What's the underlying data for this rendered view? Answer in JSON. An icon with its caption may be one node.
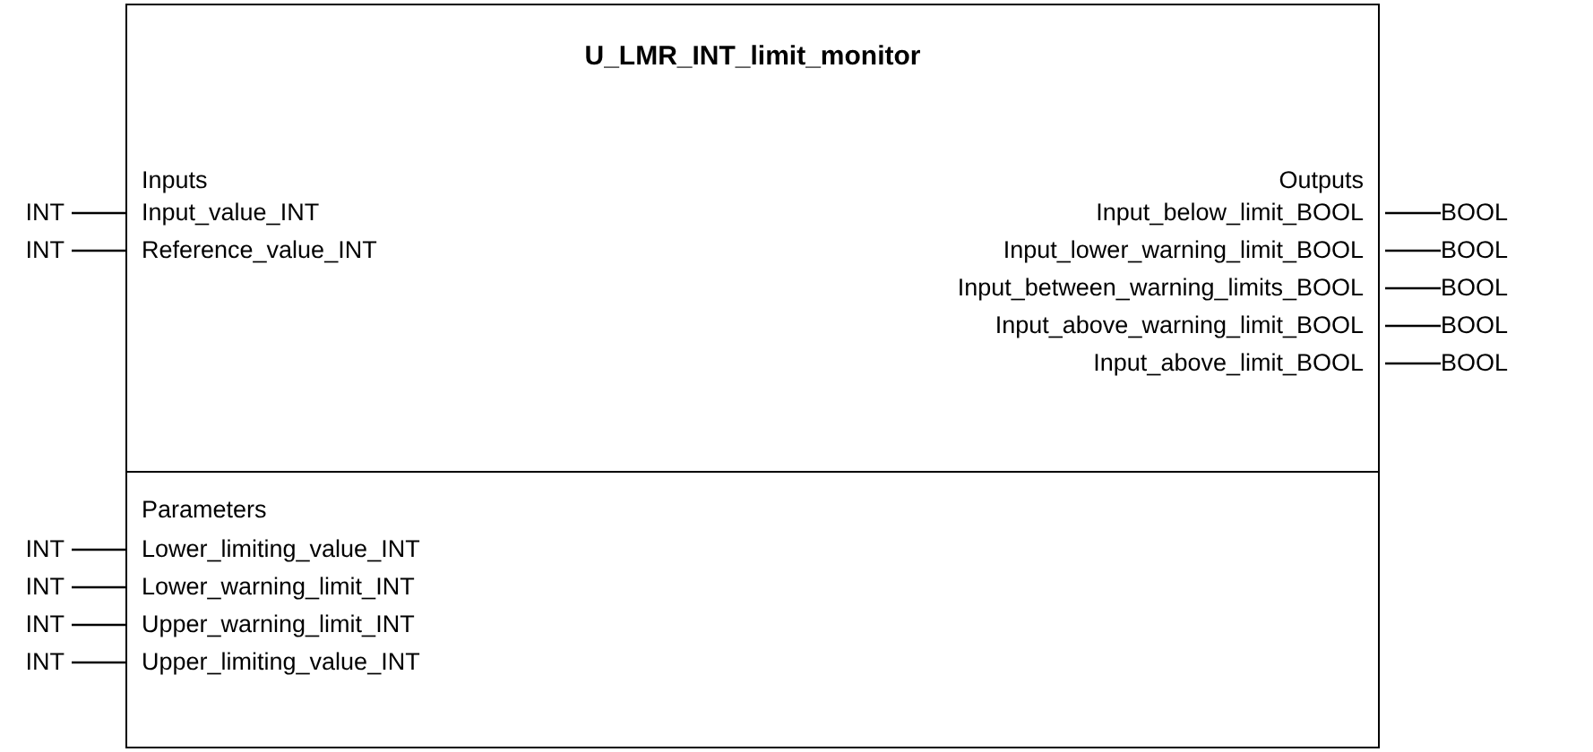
{
  "diagram": {
    "nodes": [
      {
        "text": [
          "U_LMR_INT_limit_monitor",
          "Inputs",
          "Outputs"
        ]
      },
      {
        "text": [
          "Parameters"
        ]
      },
      {
        "text": [
          "Input_value_INT"
        ],
        "in": 0
      },
      {
        "text": [
          "Reference_value_INT"
        ],
        "in": 0
      },
      {
        "text": [
          "Input_below_limit_BOOL"
        ],
        "in": 0
      },
      {
        "text": [
          "Input_lower_warning_limit_BOOL"
        ],
        "in": 0
      },
      {
        "text": [
          "Input_between_warning_limits_BOOL"
        ],
        "in": 0
      },
      {
        "text": [
          "Input_above_warning_limit_BOOL"
        ],
        "in": 0
      },
      {
        "text": [
          "Input_above_limit_BOOL"
        ],
        "in": 0
      },
      {
        "text": [
          "Lower_limiting_value_INT"
        ],
        "in": 1
      },
      {
        "text": [
          "Lower_warning_limit_INT"
        ],
        "in": 1
      },
      {
        "text": [
          "Upper_warning_limit_INT"
        ],
        "in": 1
      },
      {
        "text": [
          "Upper_limiting_value_INT"
        ],
        "in": 1
      },
      {
        "text": [
          "INT"
        ]
      },
      {
        "text": [
          "INT"
        ]
      },
      {
        "text": [
          "BOOL"
        ]
      },
      {
        "text": [
          "BOOL"
        ]
      },
      {
        "text": [
          "BOOL"
        ]
      },
      {
        "text": [
          "BOOL"
        ]
      },
      {
        "text": [
          "BOOL"
        ]
      },
      {
        "text": [
          "INT"
        ]
      },
      {
        "text": [
          "INT"
        ]
      },
      {
        "text": [
          "INT"
        ]
      },
      {
        "text": [
          "INT"
        ]
      }
    ],
    "edges": [
      {
        "from": 13,
        "to": 2,
        "arrow": "none"
      },
      {
        "from": 14,
        "to": 3,
        "arrow": "none"
      },
      {
        "from": 4,
        "to": 15,
        "arrow": "none"
      },
      {
        "from": 5,
        "to": 16,
        "arrow": "none"
      },
      {
        "from": 6,
        "to": 17,
        "arrow": "none"
      },
      {
        "from": 7,
        "to": 18,
        "arrow": "none"
      },
      {
        "from": 8,
        "to": 19,
        "arrow": "none"
      },
      {
        "from": 20,
        "to": 9,
        "arrow": "none"
      },
      {
        "from": 21,
        "to": 10,
        "arrow": "none"
      },
      {
        "from": 22,
        "to": 11,
        "arrow": "none"
      },
      {
        "from": 23,
        "to": 12,
        "arrow": "none"
      }
    ]
  }
}
